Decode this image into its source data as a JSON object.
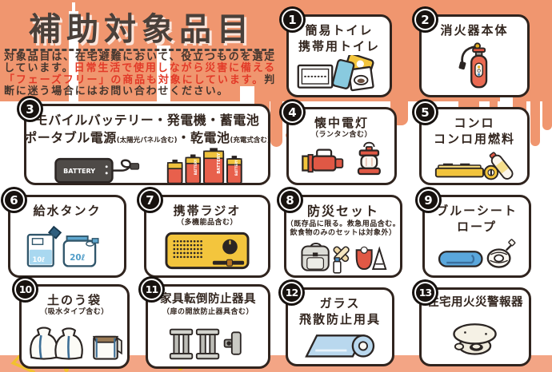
{
  "header": {
    "title": "補助対象品目",
    "intro_part1": "対象品目は、在宅避難において、役立つものを選定しています。",
    "intro_part2": "日常生活で使用しながら災害に備える「フェーズフリー」の商品も対象にしています。",
    "intro_part3": "判断に迷う場合にはお問い合わせください。"
  },
  "colors": {
    "band_top": "#F0966F",
    "band_bottom": "#F3A585",
    "accent_red": "#E23A28",
    "text_dark": "#44362E",
    "card_border": "#30241E"
  },
  "battery_label": "BATTERY",
  "cards": [
    {
      "number": "1",
      "line1": "簡易トイレ",
      "line2": "携帯用トイレ"
    },
    {
      "number": "2",
      "line1": "消火器本体"
    },
    {
      "number": "3",
      "line1": "モバイルバッテリー・発電機・蓄電池",
      "line2_main1": "ポータブル電源",
      "line2_note1": "(太陽光パネル含む)",
      "line2_sep": "・",
      "line2_main2": "乾電池",
      "line2_note2": "(充電式含む)"
    },
    {
      "number": "4",
      "line1": "懐中電灯",
      "note": "（ランタン含む）"
    },
    {
      "number": "5",
      "line1": "コンロ",
      "line2": "コンロ用燃料"
    },
    {
      "number": "6",
      "line1": "給水タンク",
      "tank_small_label": "10ℓ",
      "tank_large_label": "20ℓ"
    },
    {
      "number": "7",
      "line1": "携帯ラジオ",
      "note": "（多機能品含む）"
    },
    {
      "number": "8",
      "line1": "防災セット",
      "note": "（既存品に限る。救急用品含む。",
      "note2": "飲食物のみのセットは対象外）"
    },
    {
      "number": "9",
      "line1": "ブルーシート",
      "line2": "ロープ"
    },
    {
      "number": "10",
      "line1": "土のう袋",
      "note": "（吸水タイプ含む）"
    },
    {
      "number": "11",
      "line1": "家具転倒防止器具",
      "note": "（扉の開放防止器具含む）"
    },
    {
      "number": "12",
      "line1": "ガラス",
      "line2": "飛散防止用具"
    },
    {
      "number": "13",
      "line1": "住宅用火災警報器"
    }
  ]
}
